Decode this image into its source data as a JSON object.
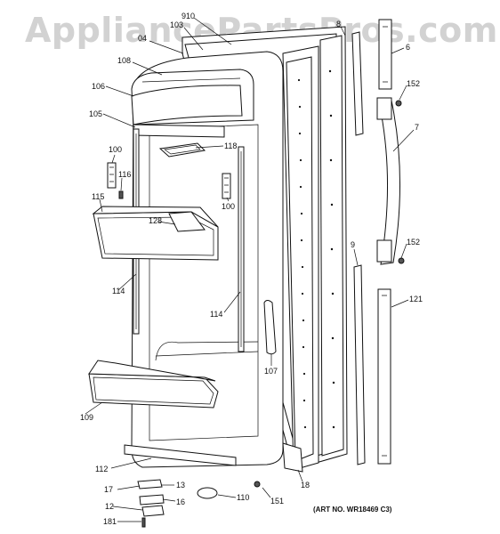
{
  "watermark": "AppliancePartsPros.com",
  "art_number": "(ART NO. WR18469 C3)",
  "callouts": [
    "910",
    "103",
    "04",
    "8",
    "6",
    "108",
    "152",
    "106",
    "7",
    "105",
    "118",
    "100",
    "116",
    "115",
    "128",
    "100",
    "9",
    "152",
    "121",
    "114",
    "114",
    "107",
    "109",
    "112",
    "18",
    "17",
    "13",
    "16",
    "110",
    "12",
    "151",
    "181"
  ]
}
